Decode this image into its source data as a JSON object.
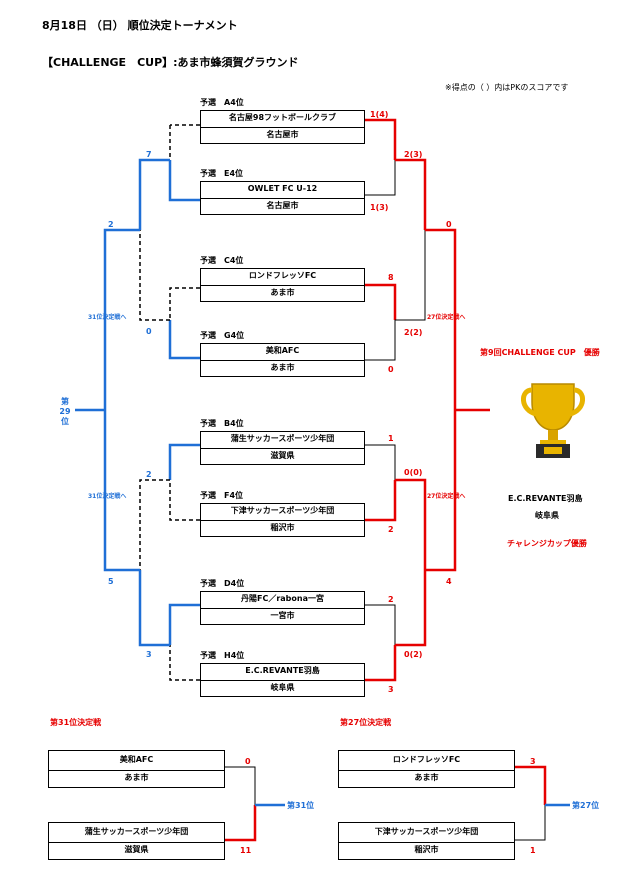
{
  "header": {
    "title": "8月18日 （日） 順位決定トーナメント",
    "subtitle": "【CHALLENGE　CUP】:あま市蜂須賀グラウンド",
    "note": "※得点の（ ）内はPKのスコアです"
  },
  "matches": [
    {
      "seed": "予選　A4位",
      "team": "名古屋98フットボールクラブ",
      "city": "名古屋市",
      "score": "1(4)"
    },
    {
      "seed": "予選　E4位",
      "team": "OWLET FC U-12",
      "city": "名古屋市",
      "score": "1(3)"
    },
    {
      "seed": "予選　C4位",
      "team": "ロンドフレッソFC",
      "city": "あま市",
      "score": "8"
    },
    {
      "seed": "予選　G4位",
      "team": "美和AFC",
      "city": "あま市",
      "score": "0"
    },
    {
      "seed": "予選　B4位",
      "team": "蒲生サッカースポーツ少年団",
      "city": "滋賀県",
      "score": "1"
    },
    {
      "seed": "予選　F4位",
      "team": "下津サッカースポーツ少年団",
      "city": "稲沢市",
      "score": "2"
    },
    {
      "seed": "予選　D4位",
      "team": "丹陽FC／rabona一宮",
      "city": "一宮市",
      "score": "2"
    },
    {
      "seed": "予選　H4位",
      "team": "E.C.REVANTE羽島",
      "city": "岐阜県",
      "score": "3"
    }
  ],
  "scores": {
    "r2_top_red": "2(3)",
    "r2_mid_red": "2(2)",
    "r2_low_red": "0(0)",
    "r2_bot_red": "0(2)",
    "r3_top_red": "0",
    "r3_bot_red": "4",
    "blue_7": "7",
    "blue_0": "0",
    "blue_2a": "2",
    "blue_2b": "2",
    "blue_3": "3",
    "blue_5": "5"
  },
  "labels": {
    "to31_a": "31位決定戦へ",
    "to31_b": "31位決定戦へ",
    "to27_a": "27位決定戦へ",
    "to27_b": "27位決定戦へ",
    "rank29": "第\n29\n位"
  },
  "winner": {
    "title": "第9回CHALLENGE CUP　優勝",
    "team": "E.C.REVANTE羽島",
    "city": "岐阜県",
    "caption": "チャレンジカップ優勝"
  },
  "playoff31": {
    "title": "第31位決定戦",
    "team1": "美和AFC",
    "city1": "あま市",
    "score1": "0",
    "team2": "蒲生サッカースポーツ少年団",
    "city2": "滋賀県",
    "score2": "11",
    "result": "第31位"
  },
  "playoff27": {
    "title": "第27位決定戦",
    "team1": "ロンドフレッソFC",
    "city1": "あま市",
    "score1": "3",
    "team2": "下津サッカースポーツ少年団",
    "city2": "稲沢市",
    "score2": "1",
    "result": "第27位"
  },
  "colors": {
    "win": "#e60000",
    "blue": "#1f6fd6",
    "gold": "#e8b400"
  }
}
